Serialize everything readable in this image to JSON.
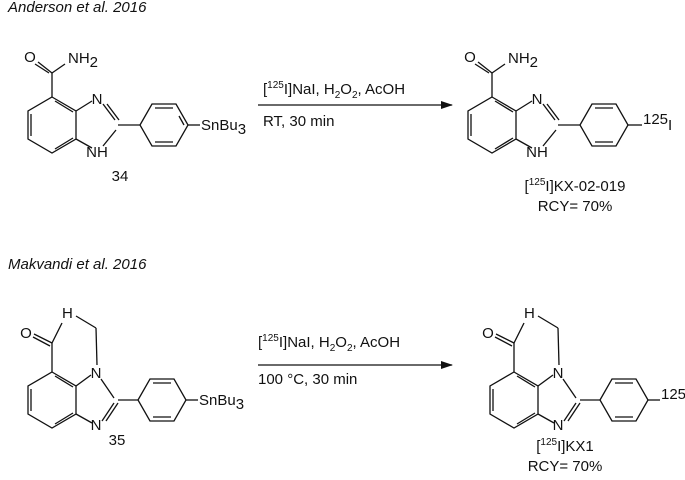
{
  "scheme1": {
    "reference": "Anderson et al. 2016",
    "reactant_label": "34",
    "condition_line1": "[125I]NaI, H2O2, AcOH",
    "condition_line2": "RT, 30 min",
    "product_name": "[125I]KX-02-019",
    "product_yield": "RCY= 70%"
  },
  "scheme2": {
    "reference": "Makvandi et al. 2016",
    "reactant_label": "35",
    "condition_line1": "[125I]NaI, H2O2, AcOH",
    "condition_line2": "100 °C, 30 min",
    "product_name": "[125I]KX1",
    "product_yield": "RCY= 70%"
  },
  "atoms": {
    "amide_nh2": "NH2",
    "imine_n": "N",
    "nh": "NH",
    "oxygen": "O",
    "stannyl": "SnBu3",
    "iodine": "125I",
    "lactam_h": "H",
    "lactam_n": "N"
  }
}
